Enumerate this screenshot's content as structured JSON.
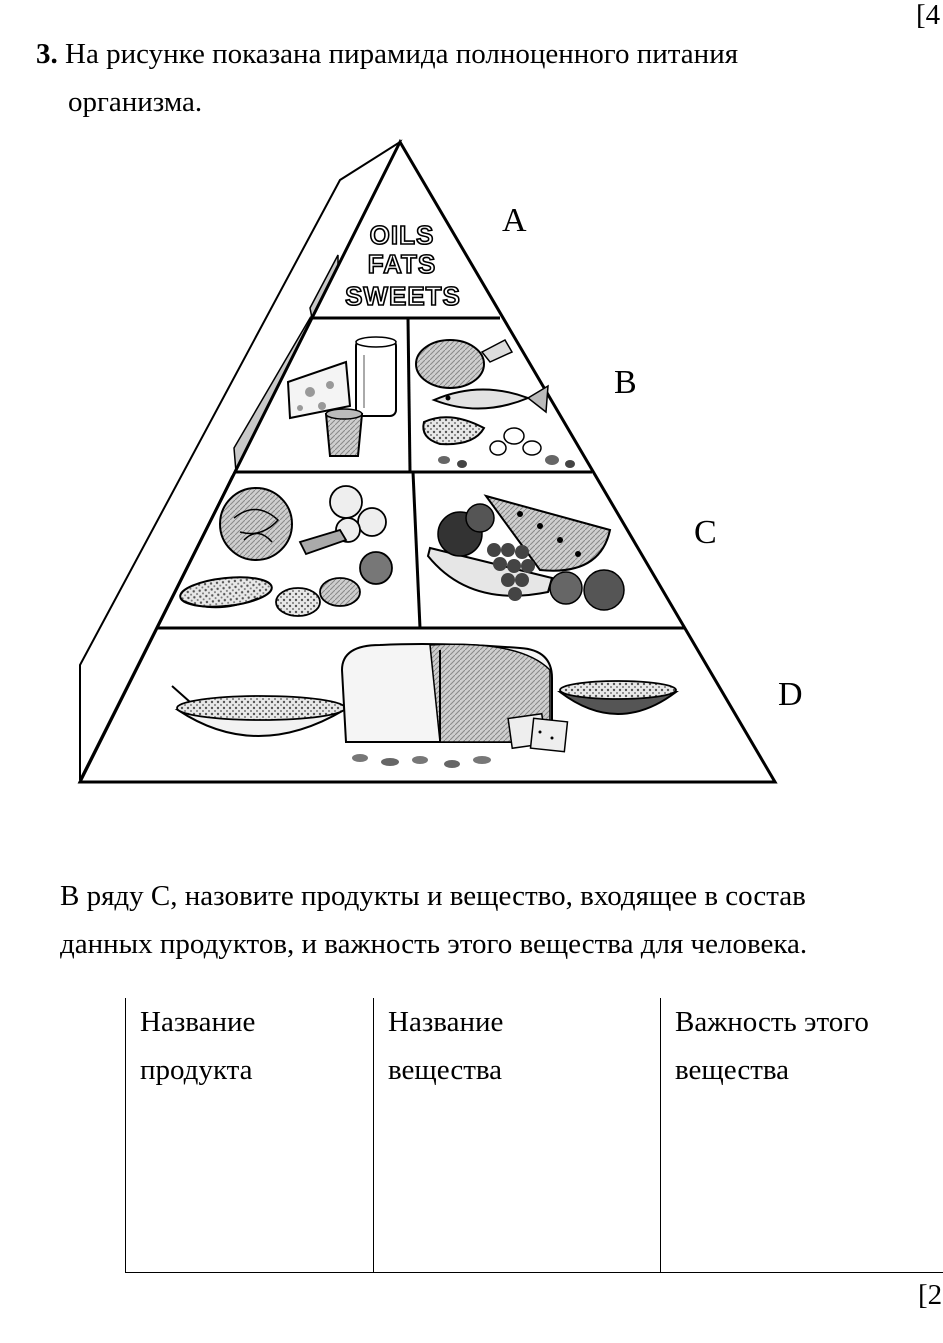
{
  "page": {
    "corner_top": "[4",
    "corner_bottom": "[2"
  },
  "question": {
    "number": "3.",
    "text_line1": "На рисунке показана пирамида полноценного питания",
    "text_line2": "организма."
  },
  "pyramid": {
    "levels": [
      {
        "label": "A",
        "items": [
          "OILS",
          "FATS",
          "SWEETS"
        ]
      },
      {
        "label": "B",
        "items": [
          "cheese-icon",
          "milk-glass-icon",
          "yogurt-cup-icon",
          "poultry-icon",
          "fish-icon",
          "meat-icon",
          "eggs-icon",
          "nuts-icon"
        ]
      },
      {
        "label": "C",
        "items": [
          "cabbage-icon",
          "broccoli-icon",
          "carrot-icon",
          "corn-icon",
          "potato-icon",
          "fruit-bowl-icon",
          "grapes-icon",
          "watermelon-icon",
          "apple-icon"
        ]
      },
      {
        "label": "D",
        "items": [
          "cereal-bowl-icon",
          "bread-loaf-icon",
          "crackers-icon",
          "rice-bowl-icon"
        ]
      }
    ]
  },
  "instruction": {
    "line1": "В ряду С, назовите продукты и вещество, входящее в состав",
    "line2": "данных продуктов, и важность этого вещества для человека."
  },
  "table": {
    "headers": [
      {
        "line1": "Название",
        "line2": "продукта"
      },
      {
        "line1": "Название",
        "line2": "вещества"
      },
      {
        "line1": "Важность этого",
        "line2": "вещества"
      }
    ],
    "rows": [
      [
        "",
        "",
        ""
      ]
    ]
  }
}
